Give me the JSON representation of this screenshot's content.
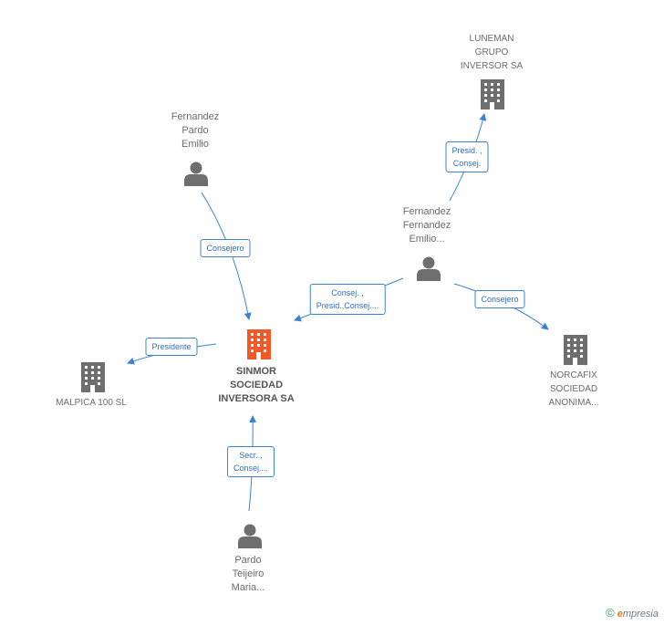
{
  "central": {
    "lines": [
      "SINMOR",
      "SOCIEDAD",
      "INVERSORA SA"
    ]
  },
  "companies": {
    "luneman": {
      "lines": [
        "LUNEMAN",
        "GRUPO",
        "INVERSOR SA"
      ]
    },
    "malpica": {
      "lines": [
        "MALPICA 100 SL"
      ]
    },
    "norcafix": {
      "lines": [
        "NORCAFIX",
        "SOCIEDAD",
        "ANONIMA..."
      ]
    }
  },
  "people": {
    "fpe": {
      "lines": [
        "Fernandez",
        "Pardo",
        "Emilio"
      ]
    },
    "ffe": {
      "lines": [
        "Fernandez",
        "Fernandez",
        "Emilio..."
      ]
    },
    "ptm": {
      "lines": [
        "Pardo",
        "Teijeiro",
        "Maria..."
      ]
    }
  },
  "edges": {
    "fpe_sinmor": {
      "lines": [
        "Consejero"
      ]
    },
    "ffe_luneman": {
      "lines": [
        "Presid. ,",
        "Consej."
      ]
    },
    "ffe_sinmor": {
      "lines": [
        "Consej. ,",
        "Presid.,Consej...."
      ]
    },
    "ffe_norcafix": {
      "lines": [
        "Consejero"
      ]
    },
    "sinmor_malpica": {
      "lines": [
        "Presidente"
      ]
    },
    "ptm_sinmor": {
      "lines": [
        "Secr. ,",
        "Consej...."
      ]
    }
  },
  "footer": {
    "copyright": "©",
    "brand_first": "e",
    "brand_rest": "mpresia"
  },
  "colors": {
    "central_icon": "#f05a2a",
    "node_icon": "#6e6e6e",
    "edge": "#3a83d4"
  }
}
